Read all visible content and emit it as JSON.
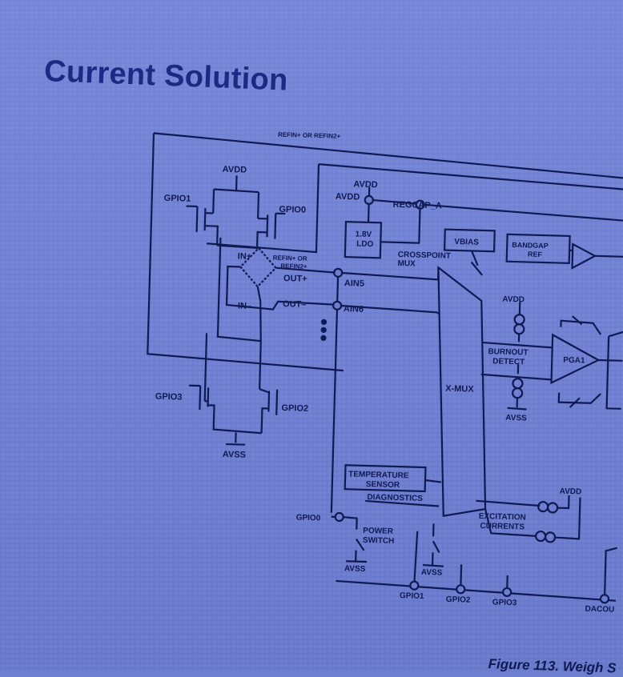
{
  "slide": {
    "title": "Current Solution"
  },
  "diagram": {
    "labels": {
      "top_rail": "REFIN+ OR REFIN2+",
      "avdd_bridge": "AVDD",
      "avdd_ldo_top": "AVDD",
      "avdd_ldo_left": "AVDD",
      "regcap": "REGCAP_A",
      "gpio1_top": "GPIO1",
      "gpio0_top": "GPIO0",
      "ldo_line1": "1.8V",
      "ldo_line2": "LDO",
      "vbias": "VBIAS",
      "bandgap_line1": "BANDGAP",
      "bandgap_line2": "REF",
      "crosspoint_line1": "CROSSPOINT",
      "crosspoint_line2": "MUX",
      "in_plus": "IN+",
      "in_minus": "IN–",
      "out_plus": "OUT+",
      "out_minus": "OUT–",
      "refin_small_line1": "REFIN+ OR",
      "refin_small_line2": "REFIN2+",
      "ain5": "AIN5",
      "ain6": "AIN6",
      "avdd_burnout": "AVDD",
      "burnout_line1": "BURNOUT",
      "burnout_line2": "DETECT",
      "pga1": "PGA1",
      "avss_burnout": "AVSS",
      "xmux": "X-MUX",
      "gpio3": "GPIO3",
      "gpio2": "GPIO2",
      "avss_bridge": "AVSS",
      "temp_line1": "TEMPERATURE",
      "temp_line2": "SENSOR",
      "diagnostics": "DIAGNOSTICS",
      "avdd_excitation": "AVDD",
      "excitation_line1": "EXCITATION",
      "excitation_line2": "CURRENTS",
      "gpio0_bottom": "GPIO0",
      "power_line1": "POWER",
      "power_line2": "SWITCH",
      "avss_left": "AVSS",
      "avss_mid": "AVSS",
      "gpio1_bottom": "GPIO1",
      "gpio2_bottom": "GPIO2",
      "gpio3_bottom": "GPIO3",
      "dacou": "DACOU"
    },
    "caption": "Figure 113. Weigh S"
  },
  "colors": {
    "background": "#6f7fd0",
    "title": "#1c2a84",
    "ink": "#0f1a52"
  }
}
